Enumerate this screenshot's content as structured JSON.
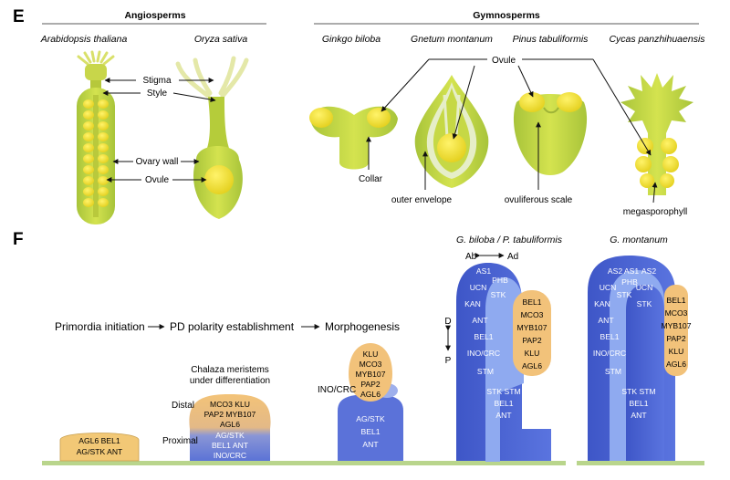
{
  "panel_e": {
    "letter": "E",
    "group_angiosperms": "Angiosperms",
    "group_gymnosperms": "Gymnosperms",
    "species": [
      "Arabidopsis thaliana",
      "Oryza sativa",
      "Ginkgo biloba",
      "Gnetum montanum",
      "Pinus tabuliformis",
      "Cycas panzhihuaensis"
    ],
    "labels": {
      "stigma": "Stigma",
      "style": "Style",
      "ovary_wall": "Ovary wall",
      "ovule_left": "Ovule",
      "ovule_top": "Ovule",
      "collar": "Collar",
      "outer_envelope": "outer envelope",
      "ovuliferous_scale": "ovuliferous scale",
      "megasporophyll": "megasporophyll"
    }
  },
  "panel_f": {
    "letter": "F",
    "stages": [
      "Primordia initiation",
      "PD polarity establishment",
      "Morphogenesis"
    ],
    "chalaza_caption": [
      "Chalaza meristems",
      "under differentiation"
    ],
    "distal": "Distal",
    "proximal": "Proximal",
    "primordium_genes": [
      "AGL6 BEL1",
      "AG/STK ANT"
    ],
    "pd_distal_genes": [
      "MCO3  KLU",
      "PAP2  MYB107",
      "AGL6"
    ],
    "pd_proximal_genes": [
      "AG/STK",
      "BEL1  ANT",
      "INO/CRC"
    ],
    "morph_top_genes": [
      "KLU",
      "MCO3",
      "MYB107",
      "PAP2",
      "AGL6"
    ],
    "morph_inocrc": "INO/CRC",
    "morph_bottom_genes": [
      "AG/STK",
      "BEL1",
      "ANT"
    ],
    "gb_title": "G. biloba / P. tabuliformis",
    "ab": "Ab",
    "ad": "Ad",
    "d": "D",
    "p": "P",
    "gb_outer_genes": [
      "AS1",
      "UCN",
      "KAN",
      "ANT",
      "BEL1",
      "INO/CRC",
      "STM"
    ],
    "gb_inner_genes": [
      "PHB",
      "STK"
    ],
    "gb_orange_genes": [
      "BEL1",
      "MCO3",
      "MYB107",
      "PAP2",
      "KLU",
      "AGL6"
    ],
    "gb_bottom_genes": [
      "STK  STM",
      "BEL1",
      "ANT"
    ],
    "gm_title": "G. montanum",
    "gm_outer_genes": [
      "AS2",
      "UCN",
      "KAN",
      "ANT",
      "BEL1",
      "INO/CRC",
      "STM"
    ],
    "gm_inner_genes": [
      "AS1",
      "PHB",
      "STK",
      "AS2",
      "UCN",
      "STK"
    ],
    "gm_orange_genes": [
      "BEL1",
      "MCO3",
      "MYB107",
      "PAP2",
      "KLU",
      "AGL6"
    ],
    "gm_bottom_genes": [
      "STK  STM",
      "BEL1",
      "ANT"
    ]
  }
}
